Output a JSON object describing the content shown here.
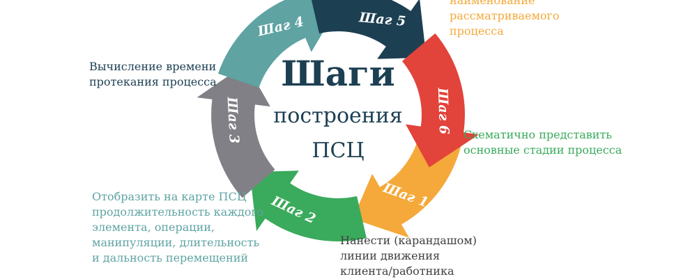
{
  "center": {
    "title": "Шаги",
    "subtitle_line1": "построения",
    "subtitle_line2": "ПСЦ"
  },
  "steps": [
    {
      "label": "Шаг 1",
      "color": "#f4a93a"
    },
    {
      "label": "Шаг 2",
      "color": "#3aaa5c"
    },
    {
      "label": "Шаг 3",
      "color": "#808086"
    },
    {
      "label": "Шаг 4",
      "color": "#5fa3a3"
    },
    {
      "label": "Шаг 5",
      "color": "#1c3f52"
    },
    {
      "label": "Шаг 6",
      "color": "#e2433a"
    }
  ],
  "descriptions": {
    "step1": "наименование\nрассматриваемого\nпроцесса",
    "step2": "Схематично представить\nосновные стадии процесса",
    "step3": "Нанести (карандашом)\nлинии движения\nклиента/работника",
    "step4": "Отобразить на карте ПСЦ\nпродолжительность каждого\nэлемента, операции,\nманипуляции, длительность\nи дальность перемещений",
    "step5": "Вычисление времени\nпротекания процесса"
  }
}
